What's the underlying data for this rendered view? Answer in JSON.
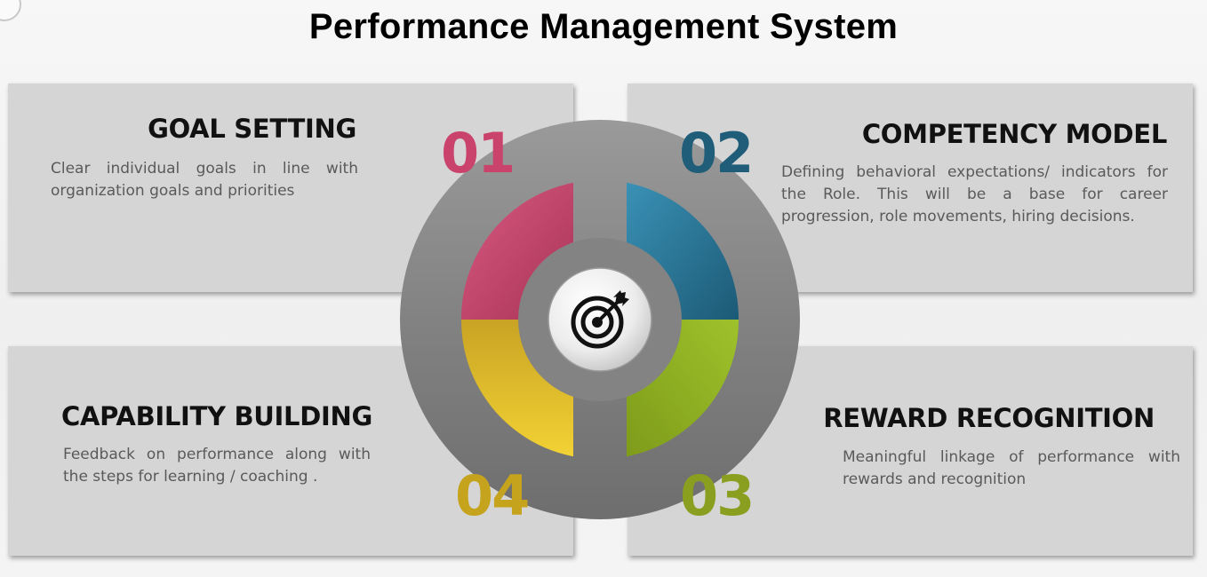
{
  "title": "Performance Management System",
  "colors": {
    "segment_1": "#c9436d",
    "segment_2": "#2c7fa0",
    "segment_3": "#8fb021",
    "segment_4": "#e0bb24",
    "hub": "#828282"
  },
  "center_icon": "target-bullseye-icon",
  "items": [
    {
      "number": "01",
      "heading": "GOAL SETTING",
      "description": "Clear individual goals in line with organization goals and priorities"
    },
    {
      "number": "02",
      "heading": "COMPETENCY MODEL",
      "description": "Defining behavioral expectations/ indicators for the Role. This will be a base for career progression, role movements, hiring decisions."
    },
    {
      "number": "03",
      "heading": "REWARD RECOGNITION",
      "description": "Meaningful linkage of performance with rewards and recognition"
    },
    {
      "number": "04",
      "heading": "CAPABILITY BUILDING",
      "description": "Feedback on performance along with the steps for learning / coaching ."
    }
  ]
}
